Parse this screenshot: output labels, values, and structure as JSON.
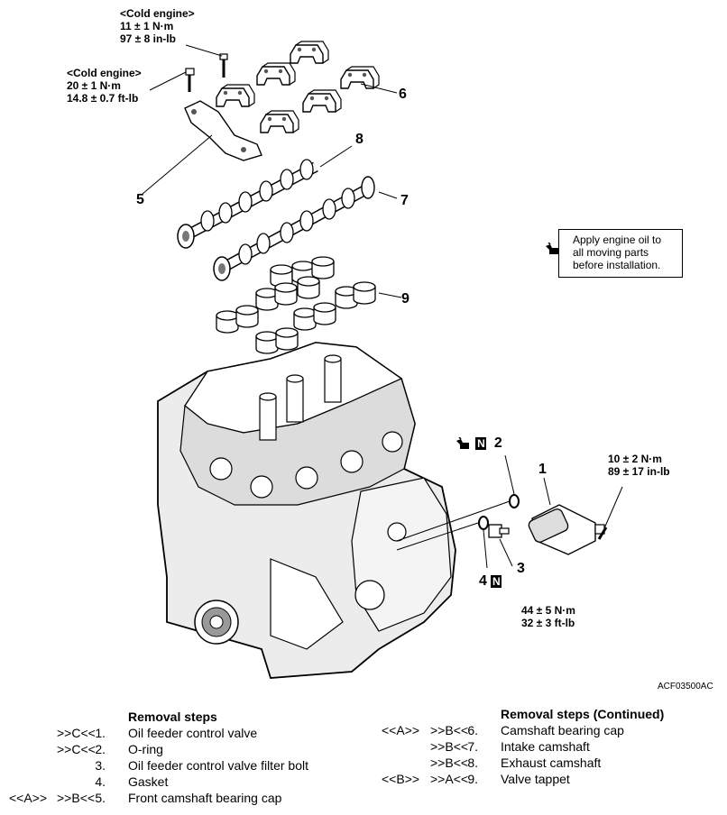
{
  "torques": {
    "top": {
      "condition": "<Cold engine>",
      "metric": "11 ± 1 N·m",
      "imperial": "97 ± 8 in-lb"
    },
    "left": {
      "condition": "<Cold engine>",
      "metric": "20 ± 1 N·m",
      "imperial": "14.8 ± 0.7 ft-lb"
    },
    "valve": {
      "metric": "10 ± 2 N·m",
      "imperial": "89 ± 17 in-lb"
    },
    "bolt": {
      "metric": "44 ± 5 N·m",
      "imperial": "32 ± 3 ft-lb"
    }
  },
  "callouts": [
    "1",
    "2",
    "3",
    "4",
    "5",
    "6",
    "7",
    "8",
    "9"
  ],
  "new_part_mark": "N",
  "oil_note": "Apply engine oil to all moving parts before installation.",
  "oil_note_lines": [
    "Apply engine oil to",
    "all moving parts",
    "before installation."
  ],
  "figure_code": "ACF03500AC",
  "removal_left": {
    "title": "Removal steps",
    "steps": [
      {
        "mark1": "",
        "mark2": ">>C<<",
        "num": "1.",
        "label": "Oil feeder control valve"
      },
      {
        "mark1": "",
        "mark2": ">>C<<",
        "num": "2.",
        "label": "O-ring"
      },
      {
        "mark1": "",
        "mark2": "",
        "num": "3.",
        "label": "Oil feeder control valve filter bolt"
      },
      {
        "mark1": "",
        "mark2": "",
        "num": "4.",
        "label": "Gasket"
      },
      {
        "mark1": "<<A>>",
        "mark2": ">>B<<",
        "num": "5.",
        "label": "Front camshaft bearing cap"
      }
    ]
  },
  "removal_right": {
    "title": "Removal steps (Continued)",
    "steps": [
      {
        "mark1": "<<A>>",
        "mark2": ">>B<<",
        "num": "6.",
        "label": "Camshaft bearing cap"
      },
      {
        "mark1": "",
        "mark2": ">>B<<",
        "num": "7.",
        "label": "Intake camshaft"
      },
      {
        "mark1": "",
        "mark2": ">>B<<",
        "num": "8.",
        "label": "Exhaust camshaft"
      },
      {
        "mark1": "<<B>>",
        "mark2": ">>A<<",
        "num": "9.",
        "label": "Valve tappet"
      }
    ]
  },
  "colors": {
    "line": "#000000",
    "fill": "#ffffff",
    "shade": "#e6e6e6",
    "dark": "#7a7a7a"
  }
}
